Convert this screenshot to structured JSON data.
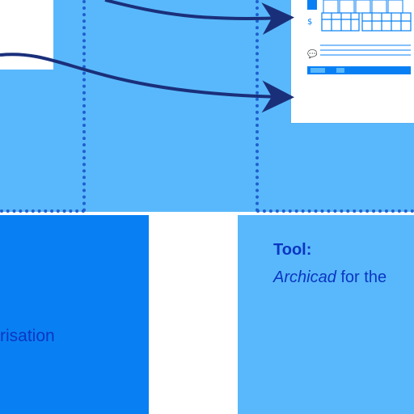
{
  "colors": {
    "light_blue": "#59b8fb",
    "mid_blue": "#0880f4",
    "dark_blue": "#0a36c3",
    "navy_arrow": "#1a2f7a",
    "dotted_line": "#1f5fd0",
    "white": "#ffffff"
  },
  "labels": {
    "left_fragment": "risation",
    "tool_heading": "Tool:",
    "tool_name": "Archicad",
    "tool_suffix": " for the"
  },
  "icons": {
    "arrow_top": "arrow-right-icon",
    "arrow_bottom": "arrow-right-icon",
    "doc_icons": [
      "table-icon",
      "dollar-icon",
      "chat-icon"
    ]
  }
}
